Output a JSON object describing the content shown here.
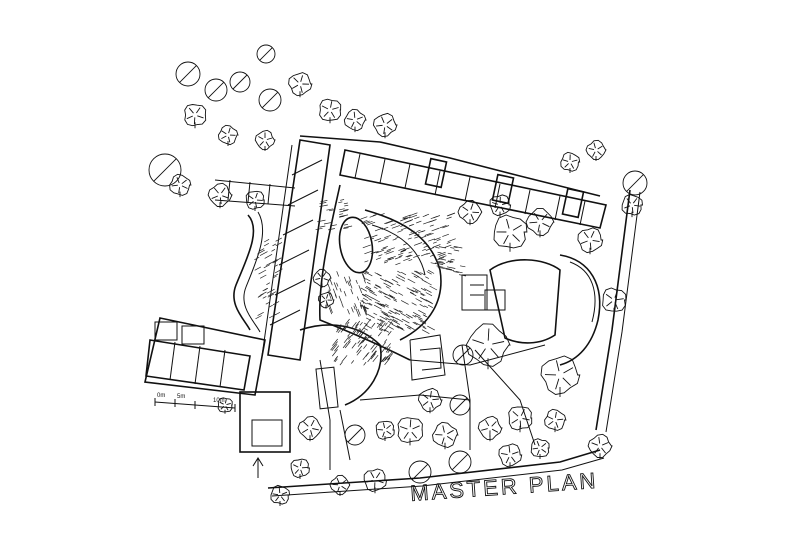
{
  "drawing": {
    "title": "MASTER PLAN",
    "scale_labels": [
      "0m",
      "5m",
      "10m"
    ]
  },
  "colors": {
    "ink": "#111111",
    "paper": "#ffffff"
  }
}
